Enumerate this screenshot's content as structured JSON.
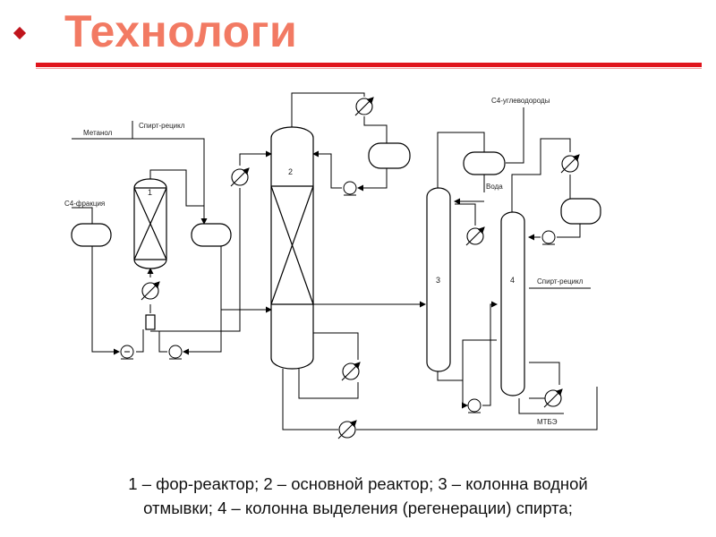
{
  "slide": {
    "title": "Технологи",
    "accent_color": "#e0141c",
    "title_color": "#f27a63"
  },
  "diagram": {
    "streams": {
      "methanol": "Метанол",
      "alcohol_recycle_in": "Спирт-рецикл",
      "c4_fraction": "С4-фракция",
      "c4_hydrocarbons": "С4-углеводороды",
      "water": "Вода",
      "alcohol_recycle_out": "Спирт-рецикл",
      "mtbe": "МТБЭ"
    },
    "units": {
      "unit1": "1",
      "unit2": "2",
      "unit3": "3",
      "unit4": "4"
    }
  },
  "caption": {
    "line1": "1 – фор-реактор; 2 – основной реактор; 3 – колонна водной",
    "line2": "отмывки; 4 – колонна выделения (регенерации) спирта;"
  }
}
